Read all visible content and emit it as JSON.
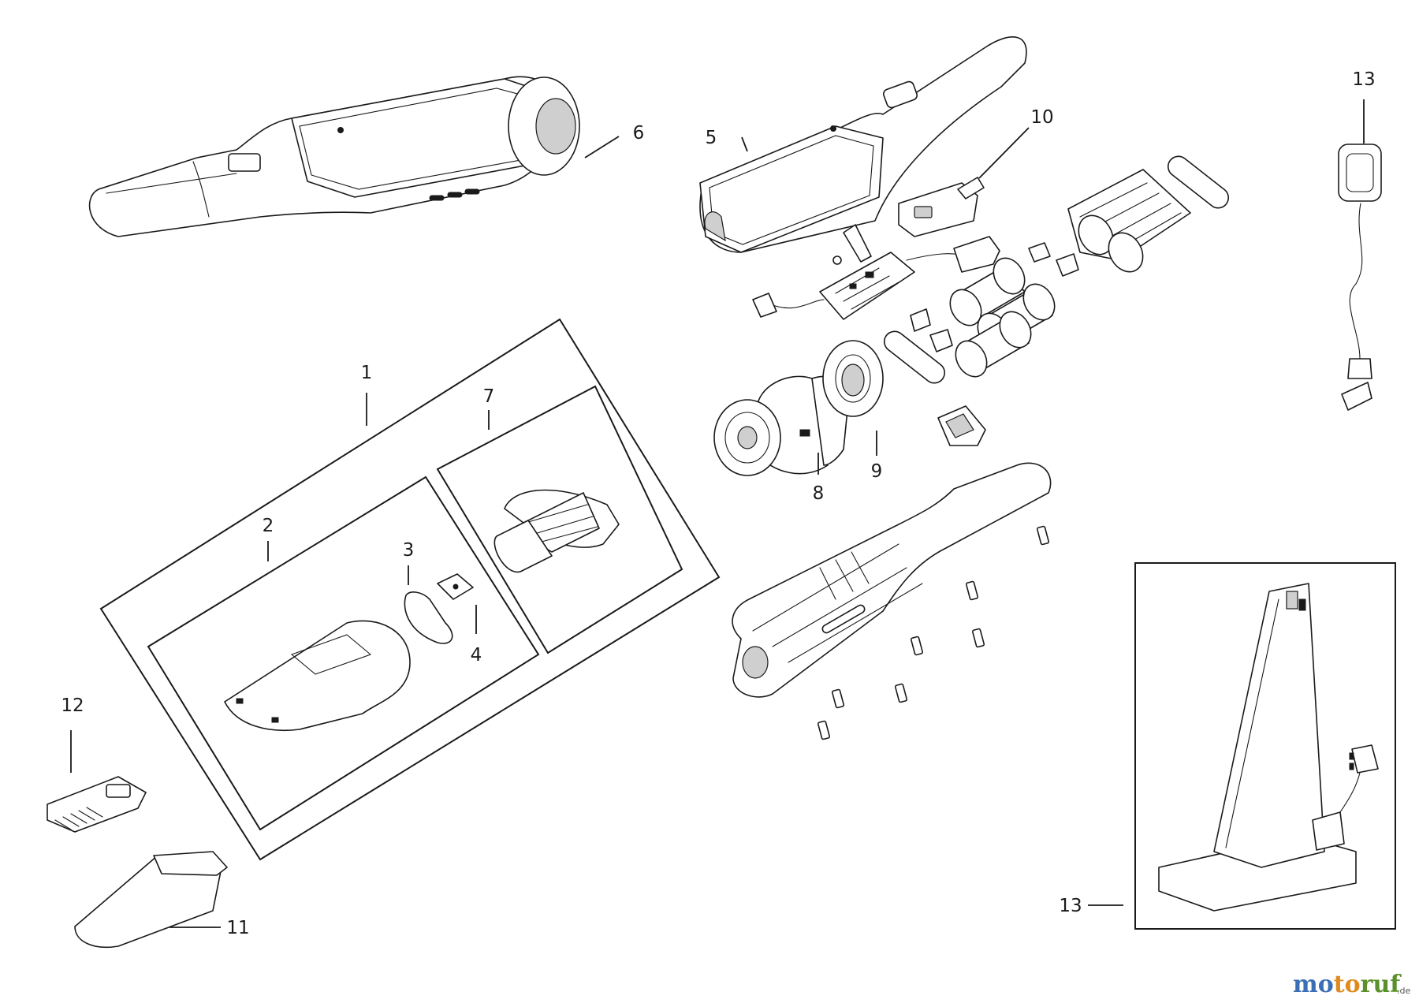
{
  "diagram": {
    "callouts": [
      {
        "id": "c1",
        "label": "1"
      },
      {
        "id": "c2",
        "label": "2"
      },
      {
        "id": "c3",
        "label": "3"
      },
      {
        "id": "c4",
        "label": "4"
      },
      {
        "id": "c5",
        "label": "5"
      },
      {
        "id": "c6",
        "label": "6"
      },
      {
        "id": "c7",
        "label": "7"
      },
      {
        "id": "c8",
        "label": "8"
      },
      {
        "id": "c9",
        "label": "9"
      },
      {
        "id": "c10",
        "label": "10"
      },
      {
        "id": "c11",
        "label": "11"
      },
      {
        "id": "c12",
        "label": "12"
      },
      {
        "id": "c13a",
        "label": "13"
      },
      {
        "id": "c13b",
        "label": "13"
      }
    ]
  },
  "watermark": {
    "brand_main": "motoruf",
    "brand_suffix": ".de",
    "colors": {
      "mo": "#3a6fb5",
      "to": "#e08a1e",
      "ruf": "#5a8f2a"
    }
  }
}
